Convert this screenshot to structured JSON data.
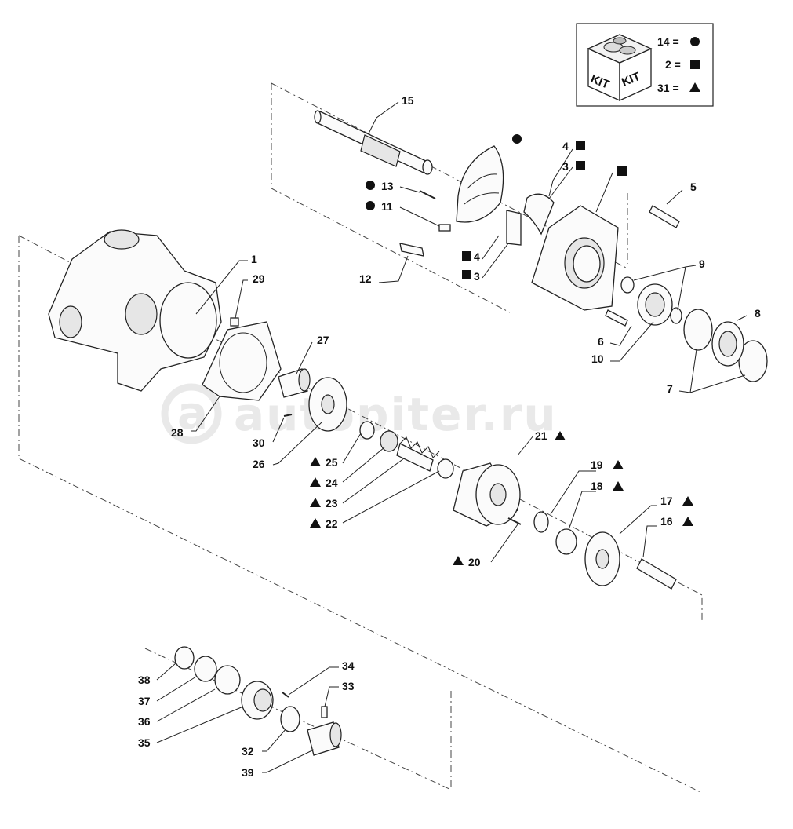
{
  "watermark": "autopiter.ru",
  "kit_legend": {
    "box_word": "KIT",
    "entries": [
      {
        "text": "14 =",
        "symbol": "circle"
      },
      {
        "text": "2 =",
        "symbol": "square"
      },
      {
        "text": "31 =",
        "symbol": "triangle"
      }
    ]
  },
  "callouts": [
    {
      "id": "c15",
      "text": "15",
      "symbol": "none"
    },
    {
      "id": "c14k",
      "text": "",
      "symbol": "circle"
    },
    {
      "id": "c4a",
      "text": "4",
      "symbol": "square"
    },
    {
      "id": "c3a",
      "text": "3",
      "symbol": "square"
    },
    {
      "id": "c2k",
      "text": "",
      "symbol": "square"
    },
    {
      "id": "c5",
      "text": "5",
      "symbol": "none"
    },
    {
      "id": "c13",
      "text": "13",
      "symbol": "circle"
    },
    {
      "id": "c11",
      "text": "11",
      "symbol": "circle"
    },
    {
      "id": "c4b",
      "text": "4",
      "symbol": "square"
    },
    {
      "id": "c3b",
      "text": "3",
      "symbol": "square"
    },
    {
      "id": "c12",
      "text": "12",
      "symbol": "none"
    },
    {
      "id": "c1",
      "text": "1",
      "symbol": "none"
    },
    {
      "id": "c29",
      "text": "29",
      "symbol": "none"
    },
    {
      "id": "c9",
      "text": "9",
      "symbol": "none"
    },
    {
      "id": "c8",
      "text": "8",
      "symbol": "none"
    },
    {
      "id": "c6",
      "text": "6",
      "symbol": "none"
    },
    {
      "id": "c10",
      "text": "10",
      "symbol": "none"
    },
    {
      "id": "c7",
      "text": "7",
      "symbol": "none"
    },
    {
      "id": "c27",
      "text": "27",
      "symbol": "none"
    },
    {
      "id": "c28",
      "text": "28",
      "symbol": "none"
    },
    {
      "id": "c30",
      "text": "30",
      "symbol": "none"
    },
    {
      "id": "c26",
      "text": "26",
      "symbol": "none"
    },
    {
      "id": "c21",
      "text": "21",
      "symbol": "triangle"
    },
    {
      "id": "c25",
      "text": "25",
      "symbol": "triangle"
    },
    {
      "id": "c24",
      "text": "24",
      "symbol": "triangle"
    },
    {
      "id": "c23",
      "text": "23",
      "symbol": "triangle"
    },
    {
      "id": "c22",
      "text": "22",
      "symbol": "triangle"
    },
    {
      "id": "c19",
      "text": "19",
      "symbol": "triangle"
    },
    {
      "id": "c18",
      "text": "18",
      "symbol": "triangle"
    },
    {
      "id": "c17",
      "text": "17",
      "symbol": "triangle"
    },
    {
      "id": "c16",
      "text": "16",
      "symbol": "triangle"
    },
    {
      "id": "c20",
      "text": "20",
      "symbol": "triangle"
    },
    {
      "id": "c38",
      "text": "38",
      "symbol": "none"
    },
    {
      "id": "c37",
      "text": "37",
      "symbol": "none"
    },
    {
      "id": "c36",
      "text": "36",
      "symbol": "none"
    },
    {
      "id": "c35",
      "text": "35",
      "symbol": "none"
    },
    {
      "id": "c34",
      "text": "34",
      "symbol": "none"
    },
    {
      "id": "c33",
      "text": "33",
      "symbol": "none"
    },
    {
      "id": "c32",
      "text": "32",
      "symbol": "none"
    },
    {
      "id": "c39",
      "text": "39",
      "symbol": "none"
    }
  ]
}
